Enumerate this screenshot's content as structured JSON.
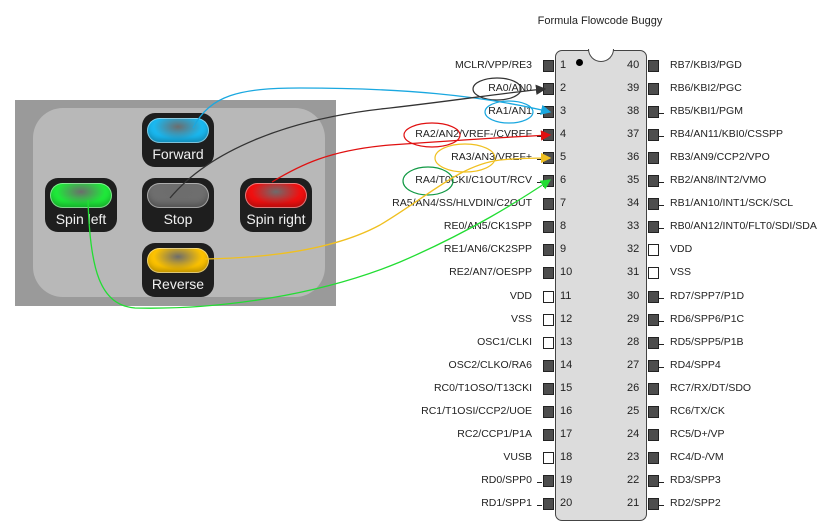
{
  "title": "Formula Flowcode Buggy",
  "panel": {
    "buttons": [
      {
        "id": "forward",
        "label": "Forward",
        "color": "#1ab8f0"
      },
      {
        "id": "spin-left",
        "label": "Spin left",
        "color": "#1fe83a"
      },
      {
        "id": "stop",
        "label": "Stop",
        "color": "#6e6e6e"
      },
      {
        "id": "spin-right",
        "label": "Spin right",
        "color": "#f01010"
      },
      {
        "id": "reverse",
        "label": "Reverse",
        "color": "#fcc200"
      }
    ]
  },
  "chip": {
    "left_pins": [
      {
        "num": "1",
        "label": "MCLR/VPP/RE3",
        "power": false
      },
      {
        "num": "2",
        "label": "RA0/AN0",
        "power": false,
        "connected": true
      },
      {
        "num": "3",
        "label": "RA1/AN1",
        "power": false,
        "connected": true
      },
      {
        "num": "4",
        "label": "RA2/AN2/VREF-/CVREF",
        "power": false,
        "connected": true
      },
      {
        "num": "5",
        "label": "RA3/AN3/VREF+",
        "power": false,
        "connected": true
      },
      {
        "num": "6",
        "label": "RA4/T0CKI/C1OUT/RCV",
        "power": false,
        "connected": true
      },
      {
        "num": "7",
        "label": "RA5/AN4/SS/HLVDIN/C2OUT",
        "power": false
      },
      {
        "num": "8",
        "label": "RE0/AN5/CK1SPP",
        "power": false
      },
      {
        "num": "9",
        "label": "RE1/AN6/CK2SPP",
        "power": false
      },
      {
        "num": "10",
        "label": "RE2/AN7/OESPP",
        "power": false
      },
      {
        "num": "11",
        "label": "VDD",
        "power": true
      },
      {
        "num": "12",
        "label": "VSS",
        "power": true
      },
      {
        "num": "13",
        "label": "OSC1/CLKI",
        "power": true
      },
      {
        "num": "14",
        "label": "OSC2/CLKO/RA6",
        "power": false
      },
      {
        "num": "15",
        "label": "RC0/T1OSO/T13CKI",
        "power": false
      },
      {
        "num": "16",
        "label": "RC1/T1OSI/CCP2/UOE",
        "power": false
      },
      {
        "num": "17",
        "label": "RC2/CCP1/P1A",
        "power": false
      },
      {
        "num": "18",
        "label": "VUSB",
        "power": true
      },
      {
        "num": "19",
        "label": "RD0/SPP0",
        "power": false,
        "connected": true
      },
      {
        "num": "20",
        "label": "RD1/SPP1",
        "power": false,
        "connected": true
      }
    ],
    "right_pins": [
      {
        "num": "40",
        "label": "RB7/KBI3/PGD",
        "power": false
      },
      {
        "num": "39",
        "label": "RB6/KBI2/PGC",
        "power": false
      },
      {
        "num": "38",
        "label": "RB5/KBI1/PGM",
        "power": false,
        "connected": true
      },
      {
        "num": "37",
        "label": "RB4/AN11/KBI0/CSSPP",
        "power": false,
        "connected": true
      },
      {
        "num": "36",
        "label": "RB3/AN9/CCP2/VPO",
        "power": false
      },
      {
        "num": "35",
        "label": "RB2/AN8/INT2/VMO",
        "power": false,
        "connected": true
      },
      {
        "num": "34",
        "label": "RB1/AN10/INT1/SCK/SCL",
        "power": false,
        "connected": true
      },
      {
        "num": "33",
        "label": "RB0/AN12/INT0/FLT0/SDI/SDA",
        "power": false,
        "connected": true
      },
      {
        "num": "32",
        "label": "VDD",
        "power": true
      },
      {
        "num": "31",
        "label": "VSS",
        "power": true
      },
      {
        "num": "30",
        "label": "RD7/SPP7/P1D",
        "power": false,
        "connected": true
      },
      {
        "num": "29",
        "label": "RD6/SPP6/P1C",
        "power": false,
        "connected": true
      },
      {
        "num": "28",
        "label": "RD5/SPP5/P1B",
        "power": false,
        "connected": true
      },
      {
        "num": "27",
        "label": "RD4/SPP4",
        "power": false,
        "connected": true
      },
      {
        "num": "26",
        "label": "RC7/RX/DT/SDO",
        "power": false
      },
      {
        "num": "25",
        "label": "RC6/TX/CK",
        "power": false
      },
      {
        "num": "24",
        "label": "RC5/D+/VP",
        "power": false
      },
      {
        "num": "23",
        "label": "RC4/D-/VM",
        "power": false
      },
      {
        "num": "22",
        "label": "RD3/SPP3",
        "power": false,
        "connected": true
      },
      {
        "num": "21",
        "label": "RD2/SPP2",
        "power": false,
        "connected": true
      }
    ]
  },
  "wires": [
    {
      "from": "Forward",
      "to_pin": "3",
      "color": "#1aa8e0"
    },
    {
      "from": "Stop",
      "to_pin": "2",
      "color": "#333333"
    },
    {
      "from": "Spin right",
      "to_pin": "4",
      "color": "#e01010"
    },
    {
      "from": "Reverse",
      "to_pin": "5",
      "color": "#f0c020"
    },
    {
      "from": "Spin left",
      "to_pin": "6",
      "color": "#22dd33"
    }
  ],
  "highlights": [
    {
      "pin": "2",
      "color": "#333333"
    },
    {
      "pin": "3",
      "color": "#1aa8e0"
    },
    {
      "pin": "4",
      "color": "#e01010"
    },
    {
      "pin": "5",
      "color": "#f0c020"
    },
    {
      "pin": "6",
      "color": "#119944"
    }
  ]
}
